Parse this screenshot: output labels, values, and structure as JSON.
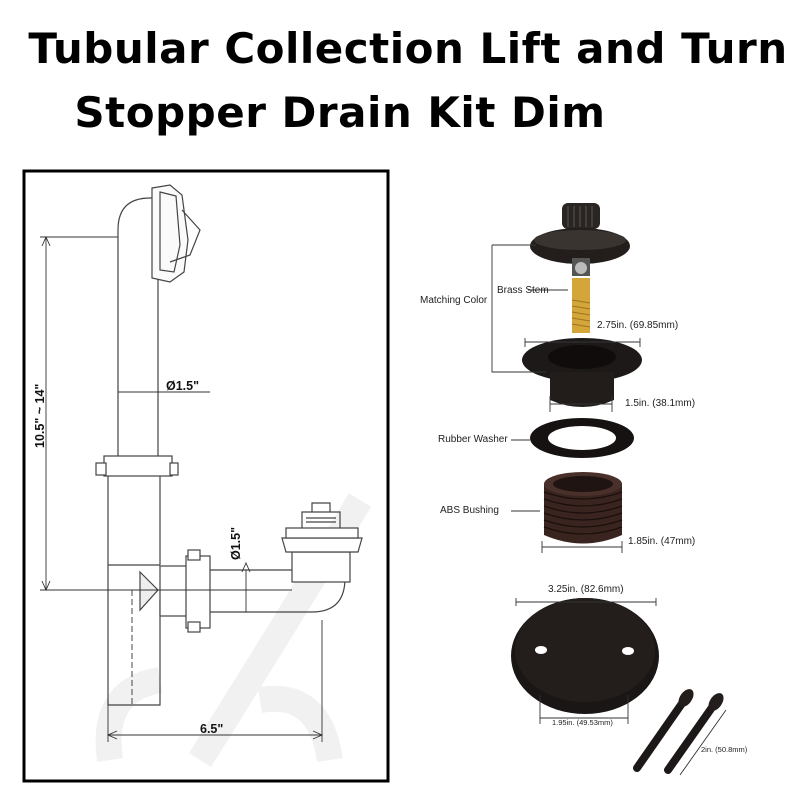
{
  "title": {
    "line1": "Tubular Collection Lift and Turn",
    "line2": "Stopper Drain Kit Dim"
  },
  "left_drawing": {
    "height_dim": "10.5\" ~ 14\"",
    "diameter_upper": "Ø1.5\"",
    "diameter_side": "Ø1.5\"",
    "width_dim": "6.5\""
  },
  "parts": {
    "matching_color": "Matching Color",
    "brass_stem": "Brass Stem",
    "stopper_dim": "2.75in. (69.85mm)",
    "flange_dim": "1.5in. (38.1mm)",
    "rubber_washer": "Rubber Washer",
    "abs_bushing": "ABS Bushing",
    "bushing_dim": "1.85in. (47mm)",
    "plate_dim": "3.25in. (82.6mm)",
    "hole_spacing": "1.95in. (49.53mm)",
    "screw_length": "2in. (50.8mm)"
  },
  "colors": {
    "finish": "#1f1b1a",
    "brass": "#d4a63a",
    "bushing": "#3a2420"
  }
}
